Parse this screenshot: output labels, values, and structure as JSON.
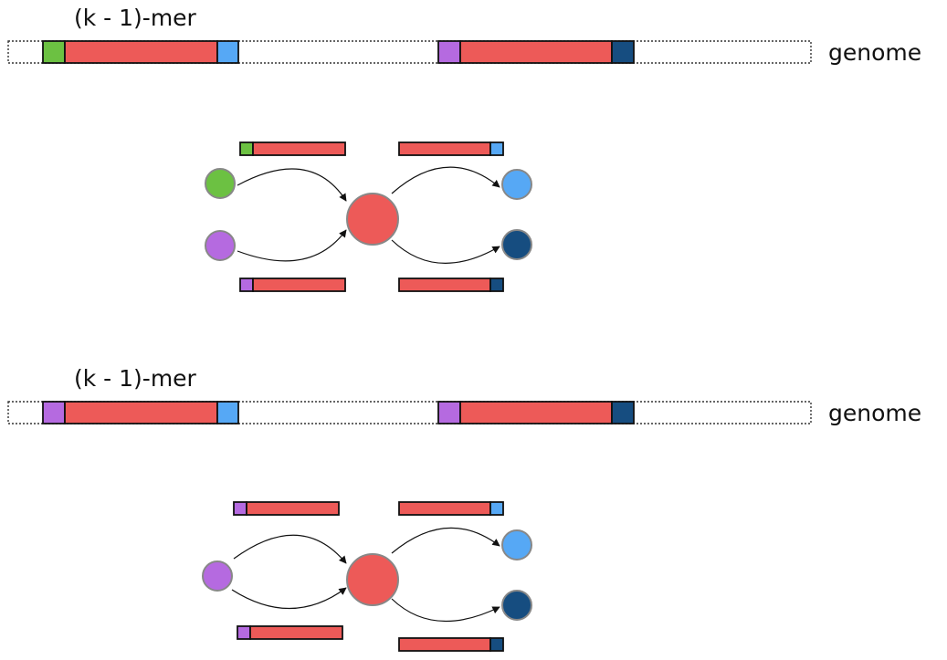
{
  "colors": {
    "green": "#6cc142",
    "purple": "#b56ae0",
    "red": "#ed5a58",
    "light_blue": "#56a8f5",
    "dark_blue": "#164d80"
  },
  "panels": [
    {
      "kmer_label": "(k - 1)-mer",
      "genome_label": "genome",
      "left_nodes": [
        "green",
        "purple"
      ],
      "center_node": "red",
      "right_nodes": [
        "light_blue",
        "dark_blue"
      ],
      "genome_occurrences": [
        {
          "prefix": "green",
          "suffix": "light_blue"
        },
        {
          "prefix": "purple",
          "suffix": "dark_blue"
        }
      ]
    },
    {
      "kmer_label": "(k - 1)-mer",
      "genome_label": "genome",
      "left_nodes": [
        "purple"
      ],
      "center_node": "red",
      "right_nodes": [
        "light_blue",
        "dark_blue"
      ],
      "genome_occurrences": [
        {
          "prefix": "purple",
          "suffix": "light_blue"
        },
        {
          "prefix": "purple",
          "suffix": "dark_blue"
        }
      ]
    }
  ]
}
